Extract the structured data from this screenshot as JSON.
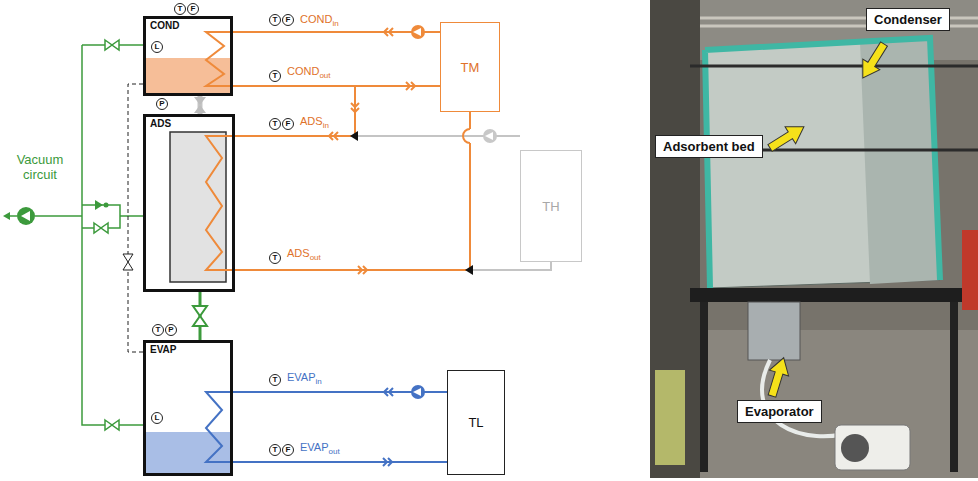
{
  "diagram": {
    "nodes": [
      {
        "text": [
          "COND"
        ]
      },
      {
        "text": [
          "L"
        ],
        "in": 0
      },
      {
        "text": [
          "T"
        ]
      },
      {
        "text": [
          "F"
        ]
      },
      {
        "text": [
          "T"
        ]
      },
      {
        "text": [
          "F"
        ]
      },
      {
        "text": [
          "T"
        ]
      },
      {
        "text": [
          "TM"
        ]
      },
      {
        "text": [
          "P"
        ]
      },
      {
        "text": [
          "ADS"
        ]
      },
      {
        "text": [
          "T"
        ]
      },
      {
        "text": [
          "F"
        ]
      },
      {
        "text": [
          "T"
        ]
      },
      {
        "text": [
          "TH"
        ]
      },
      {
        "text": [
          "T"
        ]
      },
      {
        "text": [
          "P"
        ]
      },
      {
        "text": [
          "EVAP"
        ]
      },
      {
        "text": [
          "L"
        ],
        "in": 16
      },
      {
        "text": [
          "T"
        ]
      },
      {
        "text": [
          "T"
        ]
      },
      {
        "text": [
          "F"
        ]
      },
      {
        "text": [
          "TL"
        ]
      },
      {
        "text": [
          "Condenser"
        ]
      },
      {
        "text": [
          "Adsorbent bed"
        ]
      },
      {
        "text": [
          "Evaporator"
        ]
      }
    ],
    "edges": [
      {
        "from": 7,
        "to": 0,
        "arrow": "none"
      },
      {
        "from": 0,
        "to": 7,
        "arrow": "none"
      },
      {
        "from": 0,
        "to": 9,
        "arrow": "none"
      },
      {
        "from": 13,
        "to": 9,
        "arrow": "none"
      },
      {
        "from": 9,
        "to": 7,
        "arrow": "none"
      },
      {
        "from": 9,
        "to": 13,
        "arrow": "none"
      },
      {
        "from": 21,
        "to": 16,
        "arrow": "none"
      },
      {
        "from": 16,
        "to": 21,
        "arrow": "none"
      },
      {
        "from": 0,
        "to": 9,
        "arrow": "none"
      },
      {
        "from": 9,
        "to": 16,
        "arrow": "none"
      },
      {
        "from": 0,
        "to": 16,
        "arrow": "none"
      }
    ],
    "labels": [
      "Vacuum circuit",
      "COND",
      "in",
      "COND",
      "out",
      "ADS",
      "in",
      "ADS",
      "out",
      "EVAP",
      "in",
      "EVAP",
      "out"
    ]
  }
}
